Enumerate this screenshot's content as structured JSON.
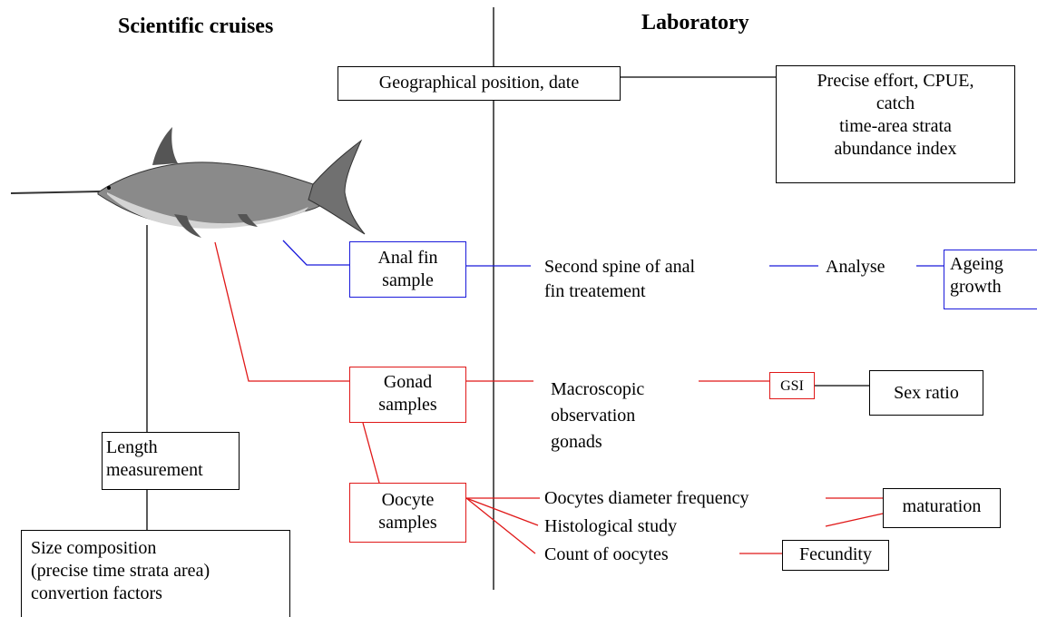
{
  "headers": {
    "left": "Scientific cruises",
    "right": "Laboratory"
  },
  "boxes": {
    "geo": "Geographical position, date",
    "effort": [
      "Precise effort, CPUE,",
      "catch",
      "time-area strata",
      "abundance index"
    ],
    "anal_fin": [
      "Anal fin",
      "sample"
    ],
    "ageing": [
      "Ageing",
      "growth"
    ],
    "gonad": [
      "Gonad",
      "samples"
    ],
    "gsi": "GSI",
    "sex_ratio": "Sex ratio",
    "length": [
      "Length",
      "measurement"
    ],
    "oocyte": [
      "Oocyte",
      "samples"
    ],
    "maturation": "maturation",
    "fecundity": "Fecundity",
    "size": [
      "Size composition",
      "(precise time strata area)",
      "convertion factors"
    ]
  },
  "labels": {
    "second_spine": [
      "Second spine of anal",
      "fin treatement"
    ],
    "analyse": "Analyse",
    "macroscopic": [
      "Macroscopic",
      "observation",
      "gonads"
    ],
    "oocytes_diameter": "Oocytes diameter frequency",
    "histological": "Histological study",
    "count_oocytes": "Count of oocytes"
  },
  "colors": {
    "black": "#000000",
    "blue": "#1a1adb",
    "red": "#e01818"
  },
  "icons": {
    "fish": "swordfish-illustration"
  }
}
